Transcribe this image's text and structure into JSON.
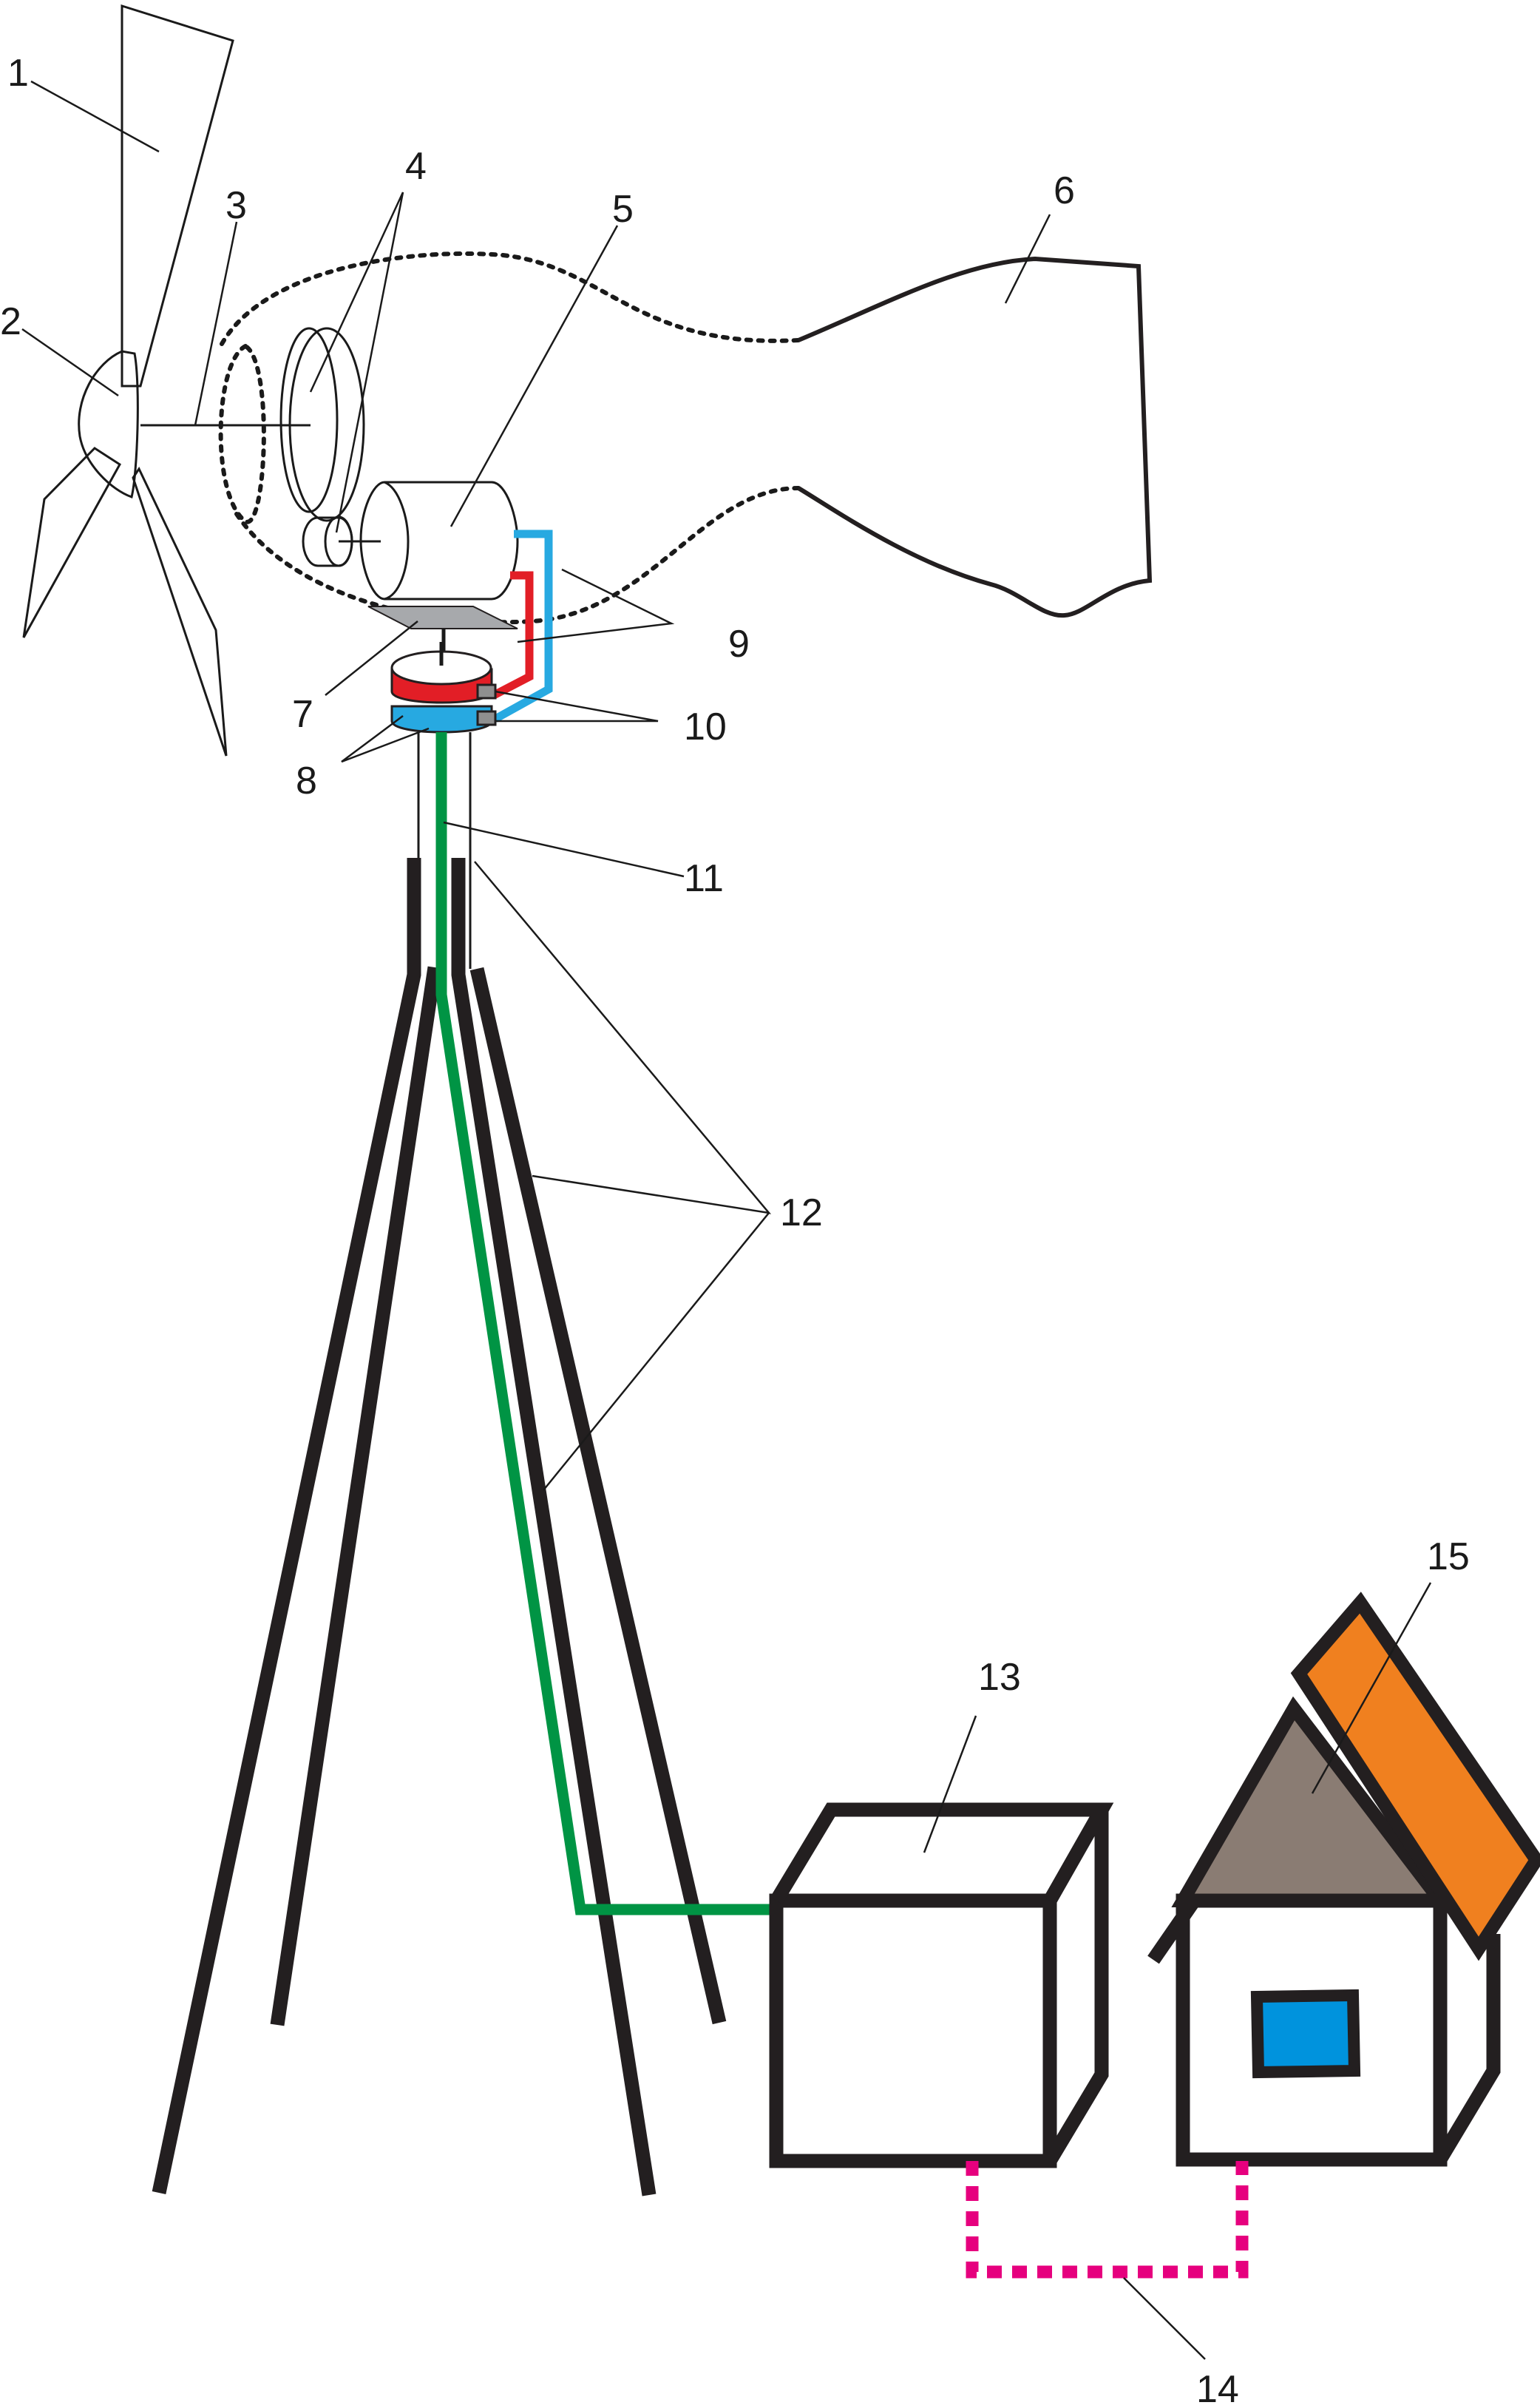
{
  "labels": {
    "n1": "1",
    "n2": "2",
    "n3": "3",
    "n4": "4",
    "n5": "5",
    "n6": "6",
    "n7": "7",
    "n8": "8",
    "n9": "9",
    "n10": "10",
    "n11": "11",
    "n12": "12",
    "n13": "13",
    "n14": "14",
    "n15": "15"
  },
  "colors": {
    "outline": "#231f20",
    "cable_green": "#009444",
    "wire_blue": "#27a9e1",
    "wire_red": "#e21e26",
    "connection_magenta": "#e6007e",
    "roof_orange": "#f0801f",
    "gable_grey": "#8a7c73",
    "window_blue": "#0093dd",
    "plate_grey": "#a7a9ac"
  }
}
